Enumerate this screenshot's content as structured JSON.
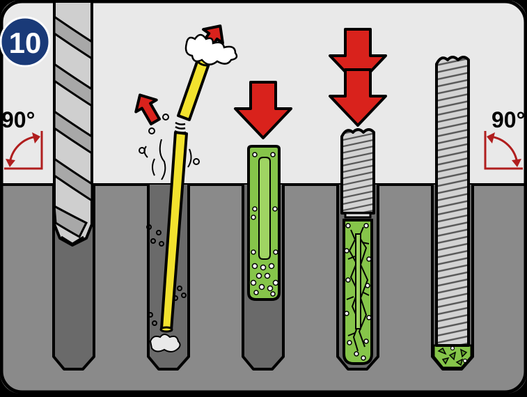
{
  "step": {
    "number": "10"
  },
  "angles": {
    "left": "90°",
    "right": "90°"
  },
  "colors": {
    "sky": "#e9e9e9",
    "ground": "#8a8a8a",
    "hole": "#6a6a6a",
    "arrow": "#d9221c",
    "badge": "#1a3a78",
    "straw": "#f2e22e",
    "resin": "#86c54a",
    "metal": "#cfcfcf"
  },
  "steps": [
    {
      "id": "drill",
      "icon": "drill-bit-icon"
    },
    {
      "id": "clean",
      "icon": "blow-out-tube-icon"
    },
    {
      "id": "capsule",
      "icon": "resin-capsule-icon"
    },
    {
      "id": "insert",
      "icon": "threaded-rod-insert-icon"
    },
    {
      "id": "set",
      "icon": "anchor-set-icon"
    }
  ]
}
